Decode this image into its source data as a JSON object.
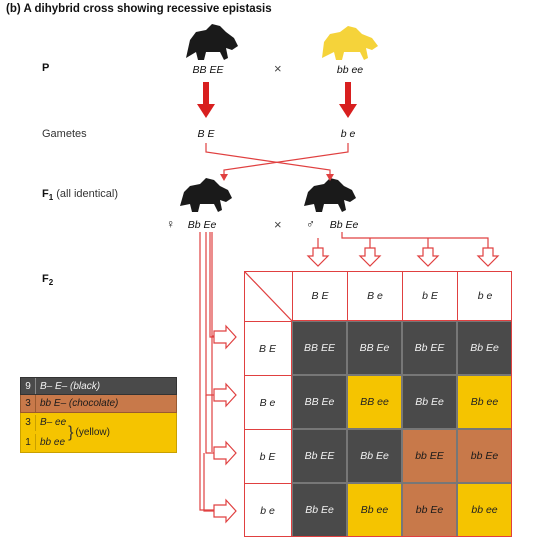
{
  "title": "(b) A dihybrid cross showing recessive epistasis",
  "rows": {
    "p": "P",
    "gametes": "Gametes",
    "f1_main": "F",
    "f1_sub": "1",
    "f1_note": "(all identical)",
    "f2_main": "F",
    "f2_sub": "2"
  },
  "parents": {
    "left_genotype": "BB EE",
    "right_genotype": "bb ee",
    "cross_symbol": "×"
  },
  "gametes": {
    "left": "B E",
    "right": "b e"
  },
  "f1": {
    "female_symbol": "♀",
    "female_genotype": "Bb Ee",
    "male_symbol": "♂",
    "male_genotype": "Bb Ee",
    "cross_symbol": "×"
  },
  "punnett": {
    "col_headers": [
      "B E",
      "B e",
      "b E",
      "b e"
    ],
    "row_headers": [
      "B E",
      "B e",
      "b E",
      "b e"
    ],
    "cells": [
      [
        {
          "g": "BB EE",
          "c": "black"
        },
        {
          "g": "BB Ee",
          "c": "black"
        },
        {
          "g": "Bb EE",
          "c": "black"
        },
        {
          "g": "Bb Ee",
          "c": "black"
        }
      ],
      [
        {
          "g": "BB Ee",
          "c": "black"
        },
        {
          "g": "BB ee",
          "c": "yellow"
        },
        {
          "g": "Bb Ee",
          "c": "black"
        },
        {
          "g": "Bb ee",
          "c": "yellow"
        }
      ],
      [
        {
          "g": "Bb EE",
          "c": "black"
        },
        {
          "g": "Bb Ee",
          "c": "black"
        },
        {
          "g": "bb EE",
          "c": "chocolate"
        },
        {
          "g": "bb Ee",
          "c": "chocolate"
        }
      ],
      [
        {
          "g": "Bb Ee",
          "c": "black"
        },
        {
          "g": "Bb ee",
          "c": "yellow"
        },
        {
          "g": "bb Ee",
          "c": "chocolate"
        },
        {
          "g": "bb ee",
          "c": "yellow"
        }
      ]
    ]
  },
  "legend": {
    "black": {
      "count": "9",
      "text": "B– E– (black)"
    },
    "chocolate": {
      "count": "3",
      "text": "bb E– (chocolate)"
    },
    "yellow": {
      "count1": "3",
      "text1": "B– ee",
      "count2": "1",
      "text2": "bb ee",
      "label": "(yellow)"
    }
  },
  "colors": {
    "black": "#4a4a4a",
    "yellow": "#f5c400",
    "chocolate": "#c8794a",
    "arrow_red": "#d81f1f",
    "line_red": "#e04040"
  },
  "icons": [
    "black-dog-icon",
    "yellow-dog-icon"
  ]
}
